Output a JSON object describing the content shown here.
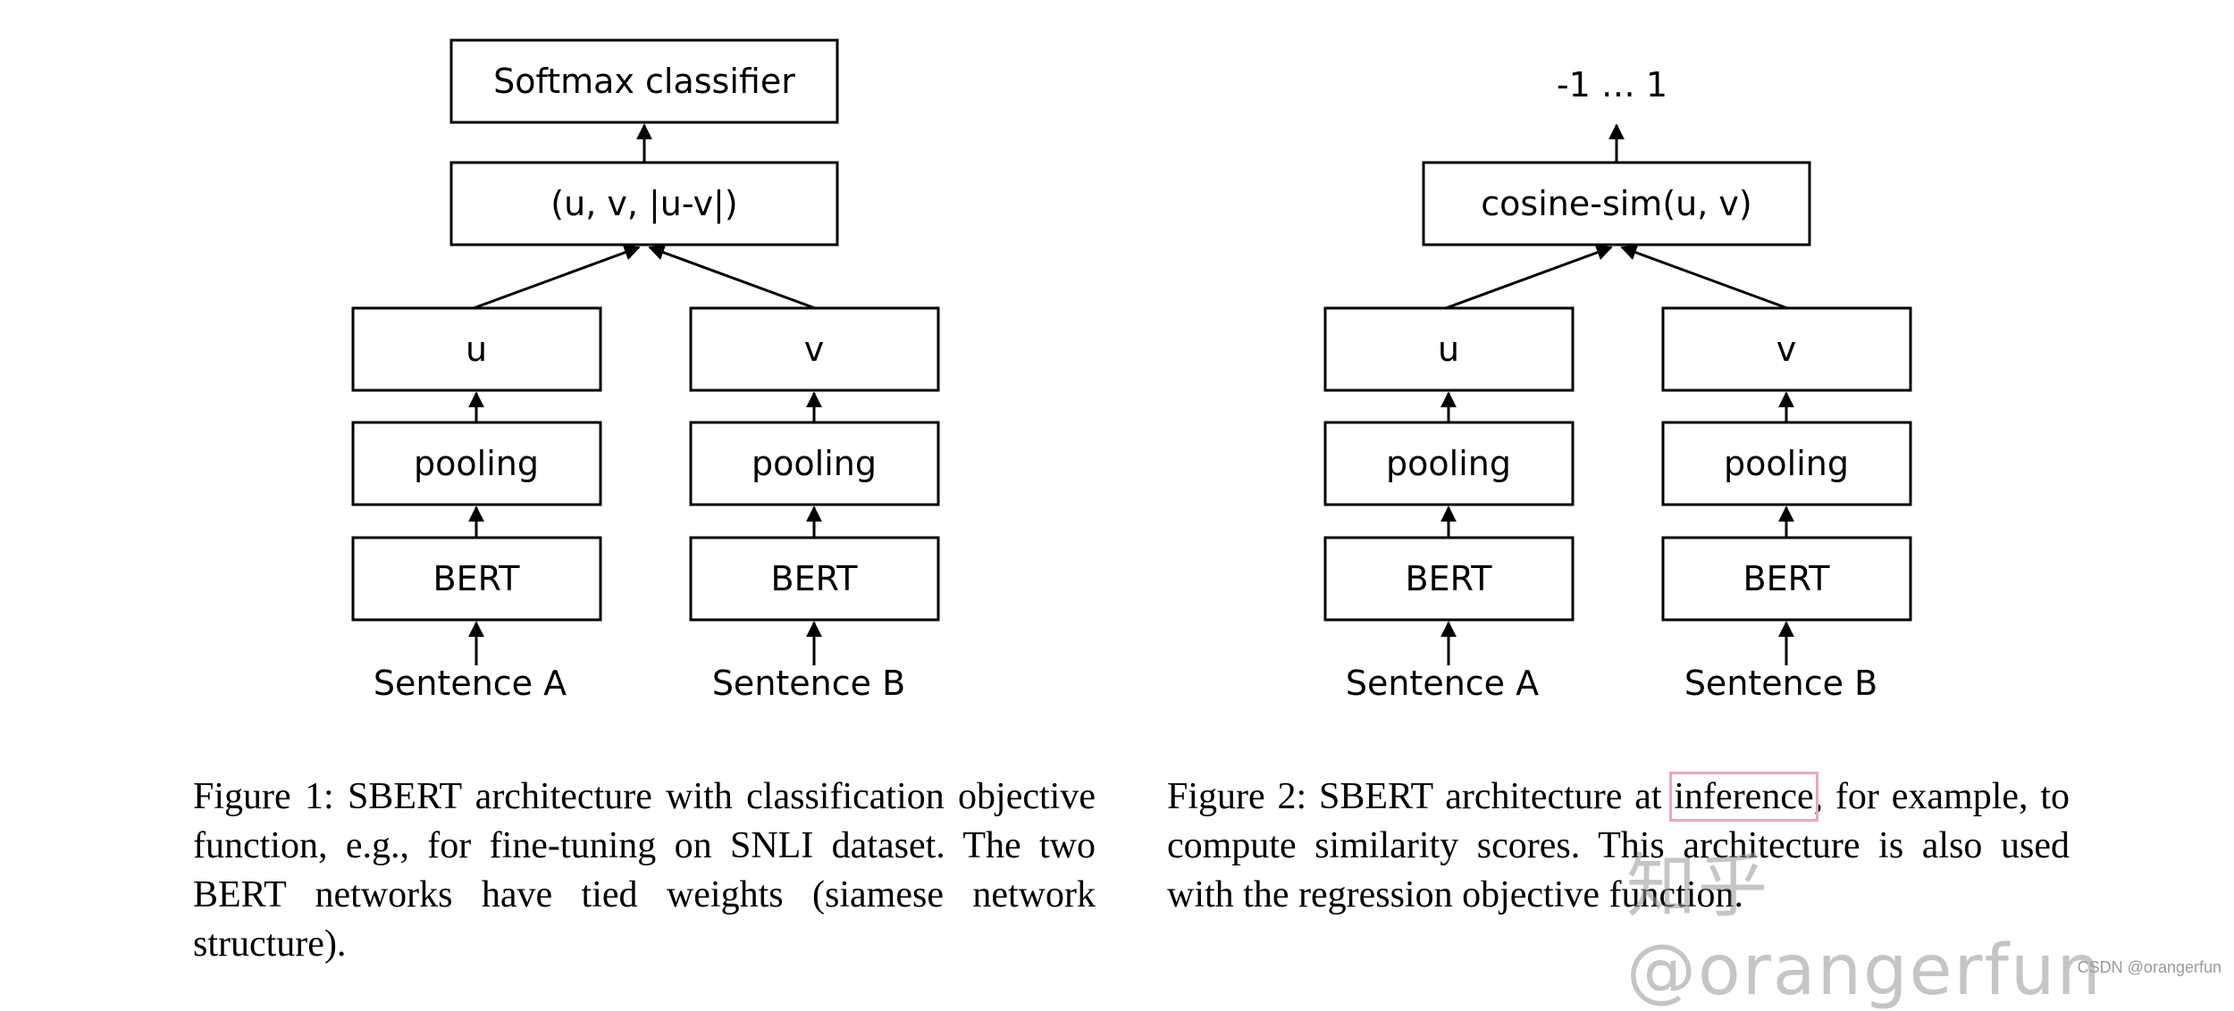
{
  "figure1": {
    "top": "Softmax classifier",
    "concat": "(u, v, |u-v|)",
    "left": {
      "vec": "u",
      "pool": "pooling",
      "bert": "BERT",
      "input": "Sentence A"
    },
    "right": {
      "vec": "v",
      "pool": "pooling",
      "bert": "BERT",
      "input": "Sentence B"
    },
    "caption": "Figure 1: SBERT architecture with classification objective function, e.g., for fine-tuning on SNLI dataset. The two BERT networks have tied weights (siamese network structure)."
  },
  "figure2": {
    "output": "-1 … 1",
    "combine": "cosine-sim(u, v)",
    "left": {
      "vec": "u",
      "pool": "pooling",
      "bert": "BERT",
      "input": "Sentence A"
    },
    "right": {
      "vec": "v",
      "pool": "pooling",
      "bert": "BERT",
      "input": "Sentence B"
    },
    "caption_before": "Figure 2: SBERT architecture at ",
    "caption_highlight": "inference",
    "caption_after": ", for example, to compute similarity scores. This architecture is also used with the regression objective function."
  },
  "watermark": "知乎 @orangerfun",
  "credit": "CSDN @orangerfun",
  "colors": {
    "stroke": "#000000",
    "highlight": "#e8a6c2",
    "watermark": "#969696"
  }
}
